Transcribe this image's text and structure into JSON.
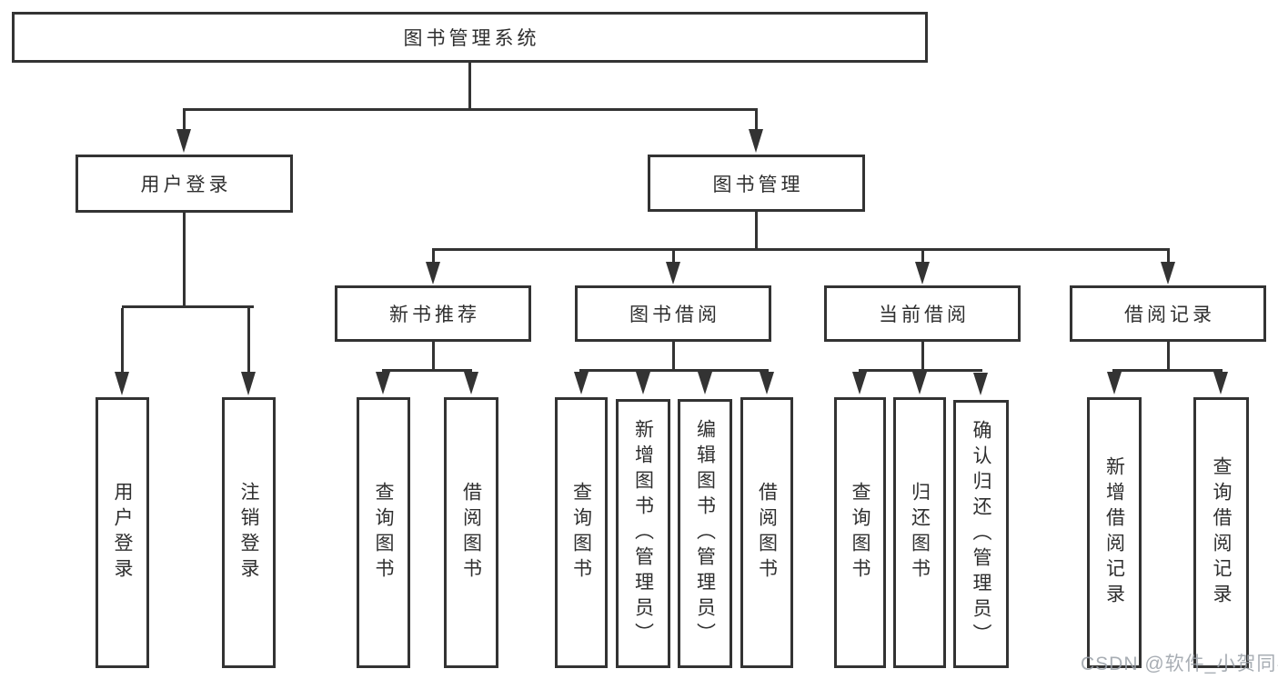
{
  "diagram": {
    "root": "图书管理系统",
    "level2": {
      "user_login": "用户登录",
      "book_mgmt": "图书管理"
    },
    "level3": {
      "new_rec": "新书推荐",
      "book_borrow": "图书借阅",
      "current_borrow": "当前借阅",
      "borrow_records": "借阅记录"
    },
    "leaves": {
      "user_login": "用户登录",
      "logout": "注销登录",
      "rec_query": "查询图书",
      "rec_borrow": "借阅图书",
      "bb_query": "查询图书",
      "bb_add": "新增图书（管理员）",
      "bb_edit": "编辑图书（管理员）",
      "bb_borrow": "借阅图书",
      "cb_query": "查询图书",
      "cb_return": "归还图书",
      "cb_confirm": "确认归还（管理员）",
      "br_add": "新增借阅记录",
      "br_query": "查询借阅记录"
    }
  },
  "watermark": "CSDN @软件_小贺同学",
  "colors": {
    "line": "#333333",
    "text": "#2f2f2f",
    "watermark_gray": "#9aa0a8",
    "background": "#ffffff"
  }
}
